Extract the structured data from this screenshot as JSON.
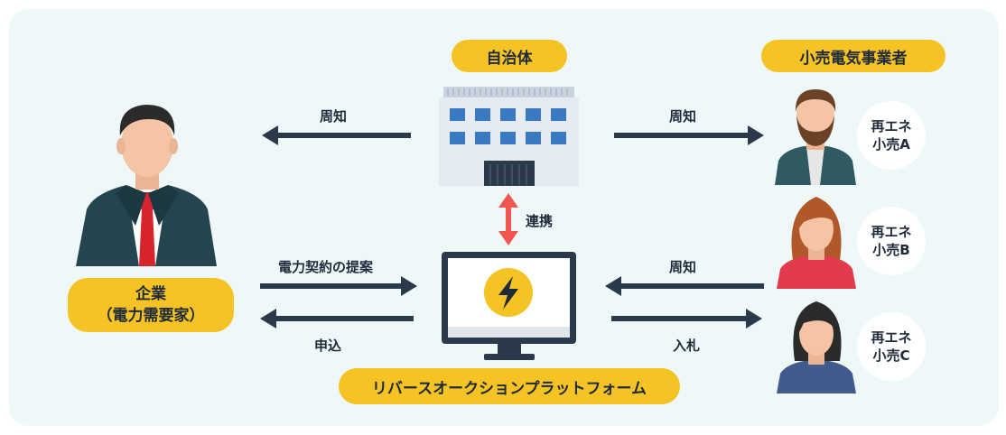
{
  "municipality": {
    "label": "自治体"
  },
  "retailers": {
    "label": "小売電気事業者",
    "items": [
      {
        "line1": "再エネ",
        "line2": "小売A"
      },
      {
        "line1": "再エネ",
        "line2": "小売B"
      },
      {
        "line1": "再エネ",
        "line2": "小売C"
      }
    ]
  },
  "company": {
    "line1": "企業",
    "line2": "（電力需要家）"
  },
  "platform": {
    "label": "リバースオークションプラットフォーム"
  },
  "flows": {
    "notify_company": "周知",
    "notify_retailer": "周知",
    "collaboration": "連携",
    "proposal": "電力契約の提案",
    "application": "申込",
    "notify_platform": "周知",
    "bid": "入札"
  },
  "colors": {
    "background": "#eef8f9",
    "accent": "#f6c324",
    "arrow": "#2b3a4a",
    "collab_arrow": "#f2574f",
    "building_window": "#3a78c2"
  },
  "icons": [
    "building-icon",
    "computer-icon",
    "lightning-icon",
    "businessman-icon",
    "retailer-man-icon",
    "retailer-woman-icon"
  ]
}
